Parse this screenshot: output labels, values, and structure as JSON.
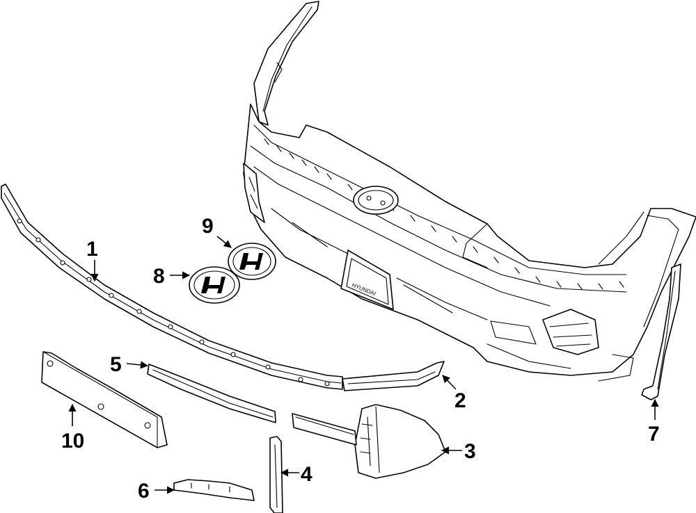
{
  "colors": {
    "line": "#000000",
    "background": "#ffffff"
  },
  "callouts": [
    {
      "id": "c1",
      "label": "1"
    },
    {
      "id": "c2",
      "label": "2"
    },
    {
      "id": "c3",
      "label": "3"
    },
    {
      "id": "c4",
      "label": "4"
    },
    {
      "id": "c5",
      "label": "5"
    },
    {
      "id": "c6",
      "label": "6"
    },
    {
      "id": "c7",
      "label": "7"
    },
    {
      "id": "c8",
      "label": "8"
    },
    {
      "id": "c9",
      "label": "9"
    },
    {
      "id": "c10",
      "label": "10"
    }
  ]
}
